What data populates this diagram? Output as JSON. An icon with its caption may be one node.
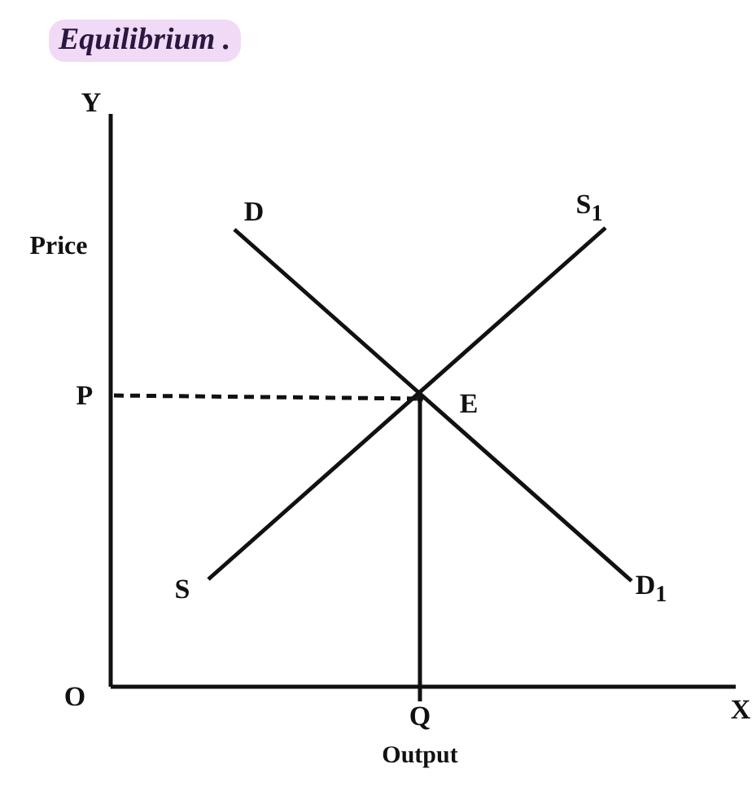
{
  "diagram": {
    "title": "Equilibrium .",
    "nodes": [
      {
        "text": [
          "D"
        ]
      },
      {
        "text": [
          "S$_{1}$"
        ]
      },
      {
        "text": [
          "P"
        ]
      },
      {
        "text": [],
        "shape": "point",
        "beside": [
          "E"
        ]
      },
      {
        "text": [
          "S"
        ]
      },
      {
        "text": [
          "D$_{1}$"
        ]
      },
      {
        "text": [
          "Q"
        ]
      }
    ],
    "edges": [
      {
        "from": 0,
        "to": 5,
        "arrow": "none"
      },
      {
        "from": 4,
        "to": 1,
        "arrow": "none"
      },
      {
        "from": 2,
        "to": 3,
        "arrow": "none",
        "style": "dashed"
      },
      {
        "from": 3,
        "to": 6,
        "arrow": "none"
      }
    ],
    "labels": [
      "Y",
      "Price",
      "O",
      "X",
      "Output"
    ]
  }
}
